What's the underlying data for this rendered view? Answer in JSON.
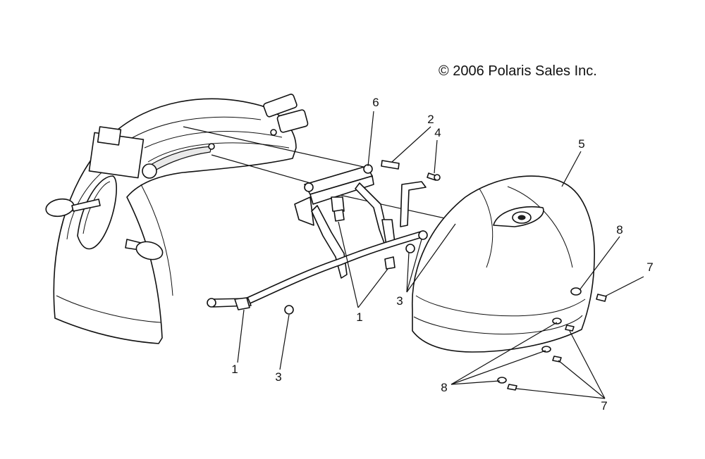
{
  "copyright": "© 2006 Polaris Sales Inc.",
  "callouts": {
    "c1a": "1",
    "c1b": "1",
    "c2": "2",
    "c3a": "3",
    "c3b": "3",
    "c4": "4",
    "c5": "5",
    "c6": "6",
    "c7a": "7",
    "c7b": "7",
    "c8a": "8",
    "c8b": "8"
  }
}
